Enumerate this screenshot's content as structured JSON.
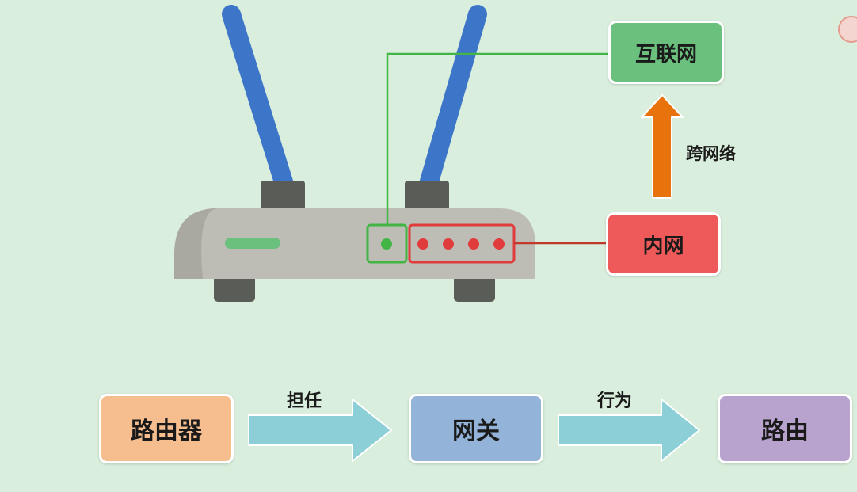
{
  "boxes": {
    "internet": "互联网",
    "intranet": "内网",
    "router": "路由器",
    "gateway": "网关",
    "routing": "路由"
  },
  "labels": {
    "cross_network": "跨网络",
    "act_as": "担任",
    "behavior": "行为"
  },
  "colors": {
    "background": "#d9eedc",
    "antenna": "#3d76c9",
    "router_body": "#bdbdb6",
    "router_feet": "#5a5c58",
    "wan_port": "#43b545",
    "lan_port": "#e03c3c",
    "internet_box": "#6cc07e",
    "intranet_box": "#ee5a5a",
    "up_arrow": "#e8730c",
    "right_arrow": "#8dcfd6",
    "router_box": "#f6be8f",
    "gateway_box": "#93b4d8",
    "routing_box": "#b7a3cd"
  },
  "icons": {
    "router": "wifi-router-icon",
    "up_arrow": "arrow-up-icon",
    "right_arrow": "arrow-right-icon",
    "corner_logo": "logo-icon"
  }
}
